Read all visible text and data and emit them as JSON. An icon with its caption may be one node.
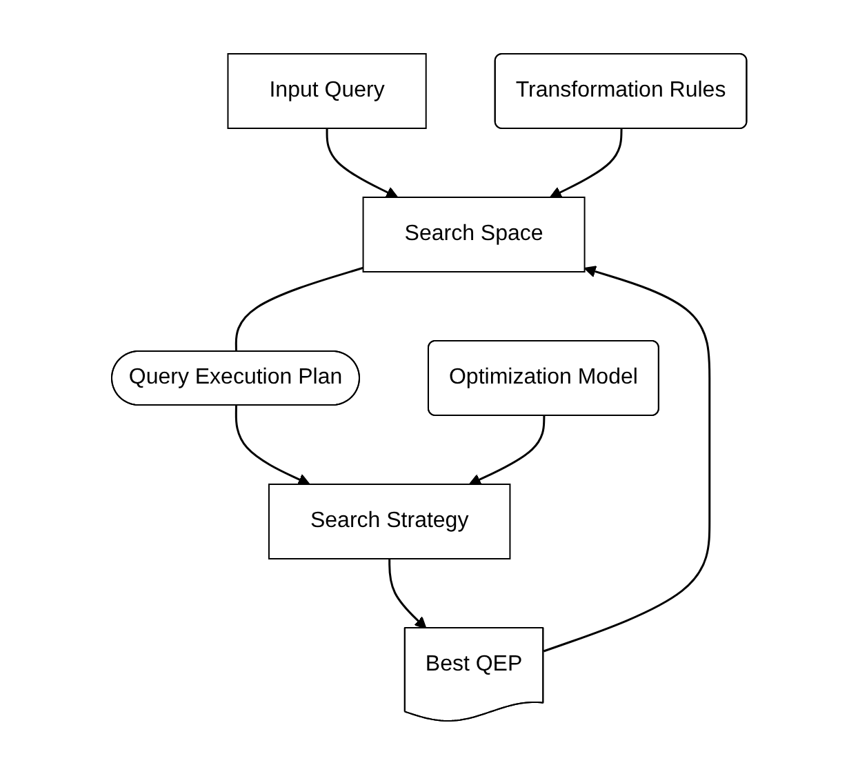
{
  "diagram": {
    "nodes": [
      {
        "text": [
          "Input Query"
        ]
      },
      {
        "text": [
          "Search Space"
        ]
      },
      {
        "text": [
          "Transformation Rules"
        ]
      },
      {
        "text": [
          "Query Execution Plan"
        ]
      },
      {
        "text": [
          "Search Strategy"
        ]
      },
      {
        "text": [
          "Optimization Model"
        ]
      },
      {
        "text": [
          "Best QEP"
        ]
      }
    ],
    "edges": [
      {
        "from": 0,
        "to": 1,
        "arrow": "to"
      },
      {
        "from": 2,
        "to": 1,
        "arrow": "to"
      },
      {
        "from": 1,
        "to": 3,
        "arrow": "none"
      },
      {
        "from": 3,
        "to": 4,
        "arrow": "to"
      },
      {
        "from": 5,
        "to": 4,
        "arrow": "to"
      },
      {
        "from": 4,
        "to": 6,
        "arrow": "to"
      },
      {
        "from": 6,
        "to": 1,
        "arrow": "to"
      }
    ]
  }
}
